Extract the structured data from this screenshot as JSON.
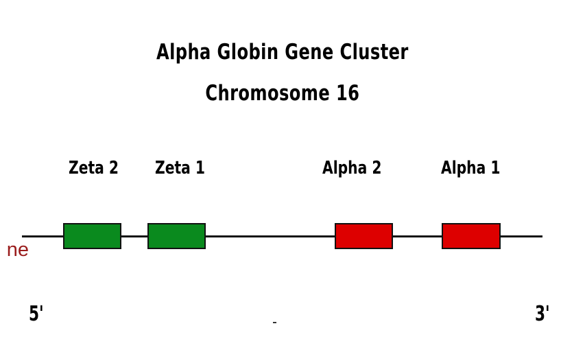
{
  "diagram": {
    "title_line1": "Alpha Globin Gene Cluster",
    "title_line2": "Chromosome 16",
    "genes": [
      {
        "label": "Zeta 2",
        "color": "#0a8a1e"
      },
      {
        "label": "Zeta 1",
        "color": "#0a8a1e"
      },
      {
        "label": "Alpha 2",
        "color": "#dd0000"
      },
      {
        "label": "Alpha 1",
        "color": "#dd0000"
      }
    ],
    "end_5": "5'",
    "end_3": "3'",
    "edge_fragment": "ne",
    "line_color": "#111111",
    "text_color": "#000000"
  }
}
